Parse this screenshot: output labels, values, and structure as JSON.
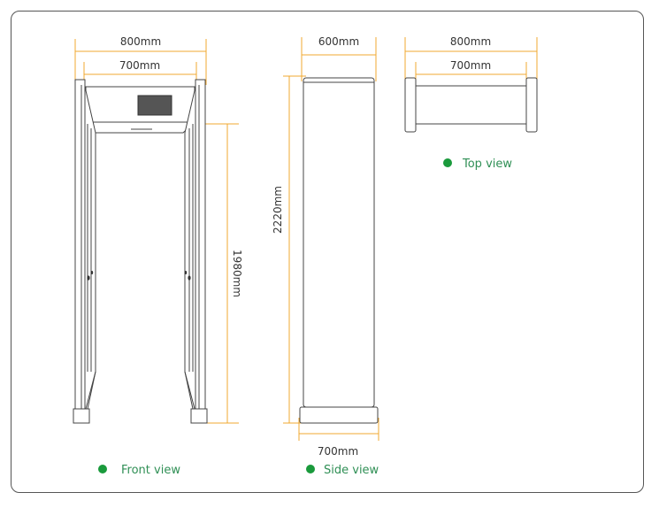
{
  "colors": {
    "dimension_line": "#f0a830",
    "outline": "#444444",
    "bullet": "#1a9a3c",
    "legend_text": "#2f8f55",
    "screen": "#555555"
  },
  "front_view": {
    "label": "Front view",
    "outer_width": "800mm",
    "inner_width": "700mm",
    "passage_height": "1980mm"
  },
  "side_view": {
    "label": "Side view",
    "top_width": "600mm",
    "total_height": "2220mm",
    "base_width": "700mm"
  },
  "top_view": {
    "label": "Top view",
    "outer_width": "800mm",
    "inner_width": "700mm"
  }
}
